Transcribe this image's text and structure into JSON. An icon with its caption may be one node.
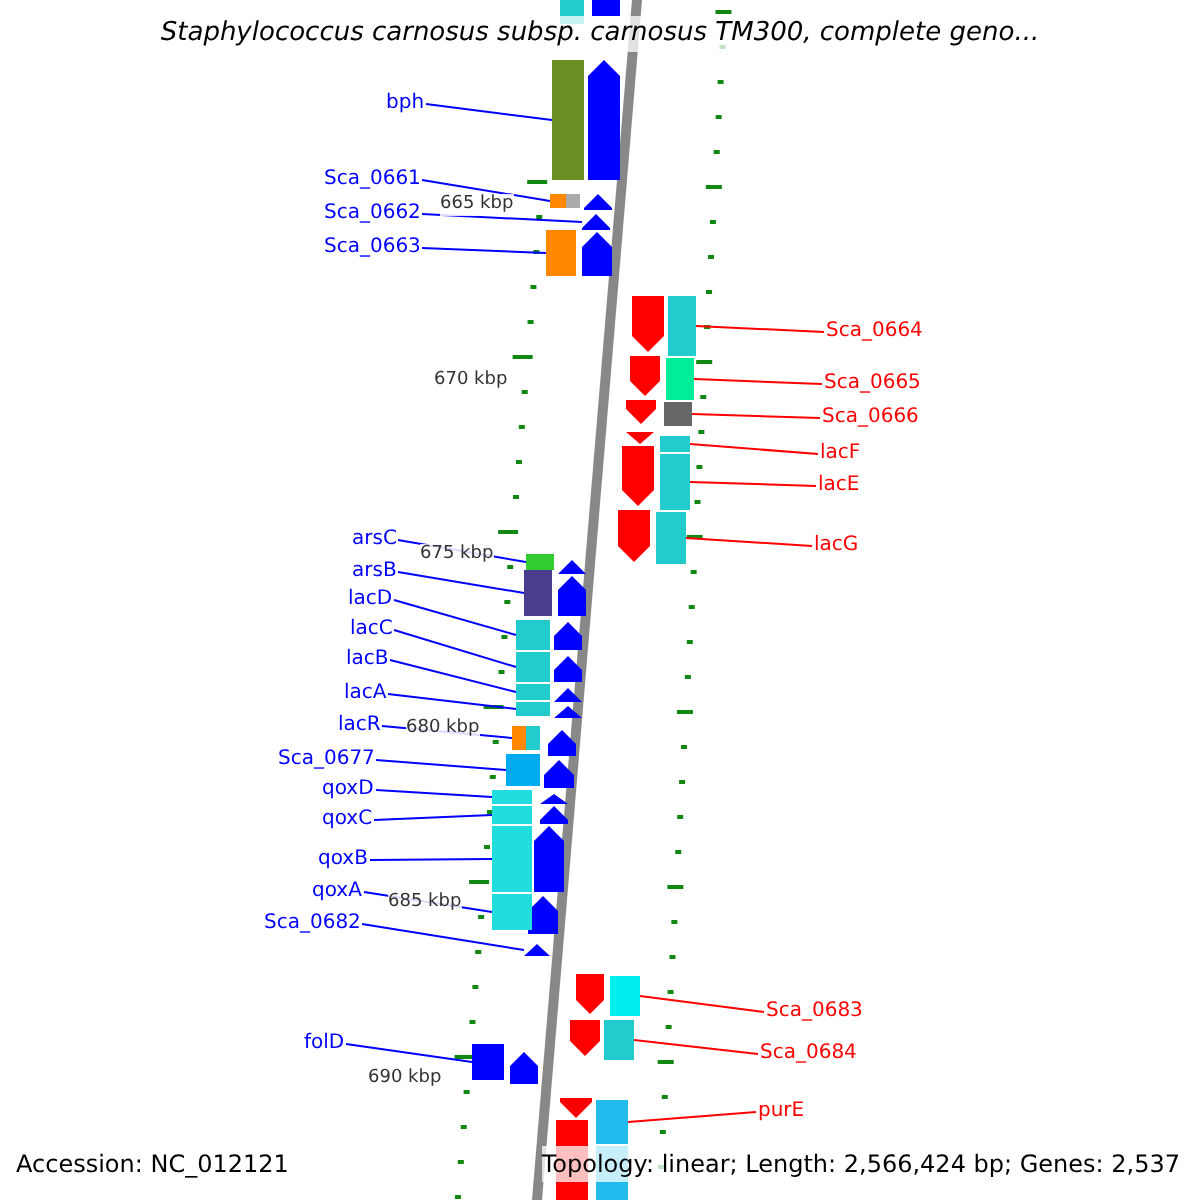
{
  "diagram": {
    "title": "Staphylococcus carnosus subsp. carnosus TM300, complete geno...",
    "nodes": [
      {
        "text": [
          "bph"
        ]
      },
      {
        "text": [
          "Sca_0661"
        ]
      },
      {
        "text": [
          "Sca_0662"
        ]
      },
      {
        "text": [
          "Sca_0663"
        ]
      },
      {
        "text": [
          "Sca_0664"
        ]
      },
      {
        "text": [
          "Sca_0665"
        ]
      },
      {
        "text": [
          "Sca_0666"
        ]
      },
      {
        "text": [
          "lacF"
        ]
      },
      {
        "text": [
          "lacE"
        ]
      },
      {
        "text": [
          "lacG"
        ]
      },
      {
        "text": [
          "arsC"
        ]
      },
      {
        "text": [
          "arsB"
        ]
      },
      {
        "text": [
          "lacD"
        ]
      },
      {
        "text": [
          "lacC"
        ]
      },
      {
        "text": [
          "lacB"
        ]
      },
      {
        "text": [
          "lacA"
        ]
      },
      {
        "text": [
          "lacR"
        ]
      },
      {
        "text": [
          "Sca_0677"
        ]
      },
      {
        "text": [
          "qoxD"
        ]
      },
      {
        "text": [
          "qoxC"
        ]
      },
      {
        "text": [
          "qoxB"
        ]
      },
      {
        "text": [
          "qoxA"
        ]
      },
      {
        "text": [
          "Sca_0682"
        ]
      },
      {
        "text": [
          "Sca_0683"
        ]
      },
      {
        "text": [
          "Sca_0684"
        ]
      },
      {
        "text": [
          "folD"
        ]
      },
      {
        "text": [
          "purE"
        ]
      },
      {
        "text": [],
        "shape": "box"
      },
      {
        "text": [],
        "shape": "box"
      },
      {
        "text": [],
        "shape": "pentagon"
      },
      {
        "text": [],
        "shape": "box"
      },
      {
        "text": [],
        "shape": "box"
      },
      {
        "text": [],
        "shape": "box"
      },
      {
        "text": [],
        "shape": "box"
      },
      {
        "text": [],
        "shape": "box"
      },
      {
        "text": [],
        "shape": "box"
      },
      {
        "text": [],
        "shape": "box"
      },
      {
        "text": [],
        "shape": "box"
      },
      {
        "text": [],
        "shape": "box"
      },
      {
        "text": [],
        "shape": "box"
      },
      {
        "text": [],
        "shape": "box"
      },
      {
        "text": [],
        "shape": "box"
      },
      {
        "text": [],
        "shape": "box"
      },
      {
        "text": [],
        "shape": "box"
      },
      {
        "text": [],
        "shape": "box"
      },
      {
        "text": [],
        "shape": "box"
      },
      {
        "text": [],
        "shape": "box"
      },
      {
        "text": [],
        "shape": "box"
      },
      {
        "text": [],
        "shape": "box"
      },
      {
        "text": [],
        "shape": "pentagon"
      },
      {
        "text": [],
        "shape": "box"
      },
      {
        "text": [],
        "shape": "box"
      },
      {
        "text": [],
        "shape": "box"
      },
      {
        "text": [],
        "shape": "box"
      }
    ],
    "edges": [
      {
        "from": 0,
        "to": 27,
        "arrow": "none"
      },
      {
        "from": 1,
        "to": 28,
        "arrow": "none"
      },
      {
        "from": 2,
        "to": 29,
        "arrow": "none"
      },
      {
        "from": 3,
        "to": 30,
        "arrow": "none"
      },
      {
        "from": 4,
        "to": 31,
        "arrow": "none",
        "color": "#ff0000"
      },
      {
        "from": 5,
        "to": 32,
        "arrow": "none",
        "color": "#ff0000"
      },
      {
        "from": 6,
        "to": 33,
        "arrow": "none",
        "color": "#ff0000"
      },
      {
        "from": 7,
        "to": 34,
        "arrow": "none",
        "color": "#ff0000"
      },
      {
        "from": 8,
        "to": 35,
        "arrow": "none",
        "color": "#ff0000"
      },
      {
        "from": 9,
        "to": 36,
        "arrow": "none",
        "color": "#ff0000"
      },
      {
        "from": 10,
        "to": 37,
        "arrow": "none"
      },
      {
        "from": 11,
        "to": 38,
        "arrow": "none"
      },
      {
        "from": 12,
        "to": 39,
        "arrow": "none"
      },
      {
        "from": 13,
        "to": 40,
        "arrow": "none"
      },
      {
        "from": 14,
        "to": 41,
        "arrow": "none"
      },
      {
        "from": 15,
        "to": 42,
        "arrow": "none"
      },
      {
        "from": 16,
        "to": 43,
        "arrow": "none"
      },
      {
        "from": 17,
        "to": 44,
        "arrow": "none"
      },
      {
        "from": 18,
        "to": 45,
        "arrow": "none"
      },
      {
        "from": 19,
        "to": 46,
        "arrow": "none"
      },
      {
        "from": 20,
        "to": 47,
        "arrow": "none"
      },
      {
        "from": 21,
        "to": 48,
        "arrow": "none"
      },
      {
        "from": 22,
        "to": 49,
        "arrow": "none"
      },
      {
        "from": 23,
        "to": 50,
        "arrow": "none",
        "color": "#ff0000"
      },
      {
        "from": 24,
        "to": 51,
        "arrow": "none",
        "color": "#ff0000"
      },
      {
        "from": 25,
        "to": 52,
        "arrow": "none"
      },
      {
        "from": 26,
        "to": 53,
        "arrow": "none",
        "color": "#ff0000"
      }
    ],
    "labels": [
      "665 kbp",
      "670 kbp",
      "675 kbp",
      "680 kbp",
      "685 kbp",
      "690 kbp",
      "Accession: NC_012121",
      "Topology: linear; Length: 2,566,424 bp; Genes: 2,537"
    ]
  }
}
